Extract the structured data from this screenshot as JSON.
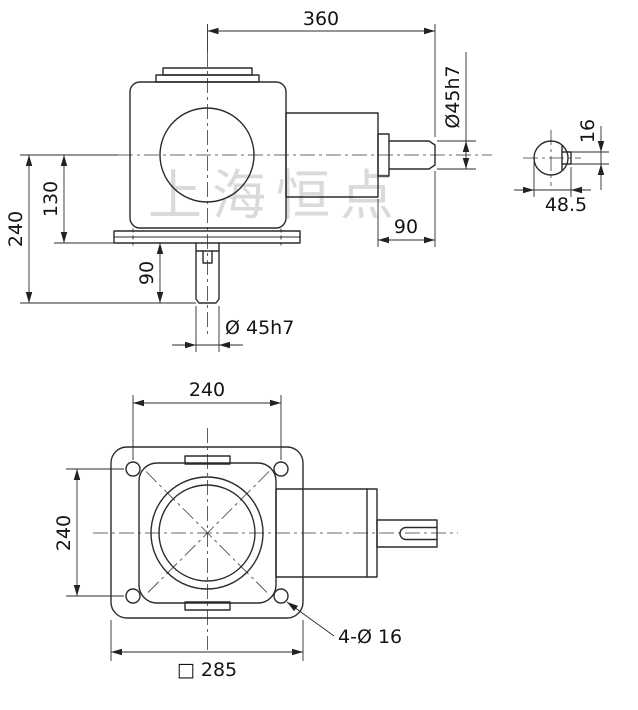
{
  "watermark": "上海恒点",
  "front_view": {
    "overall_length": "360",
    "input_shaft_dia": "Ø45h7",
    "center_height": "130",
    "axis_to_shaft_end": "240",
    "output_shaft_length": "90",
    "input_shaft_length": "90",
    "output_shaft_dia": "Ø 45h7"
  },
  "key_section": {
    "key_width": "16",
    "key_height": "48.5"
  },
  "plan_view": {
    "bolt_spacing_horizontal": "240",
    "bolt_spacing_vertical": "240",
    "bolt_holes": "4-Ø 16",
    "flange_square": "□ 285"
  }
}
